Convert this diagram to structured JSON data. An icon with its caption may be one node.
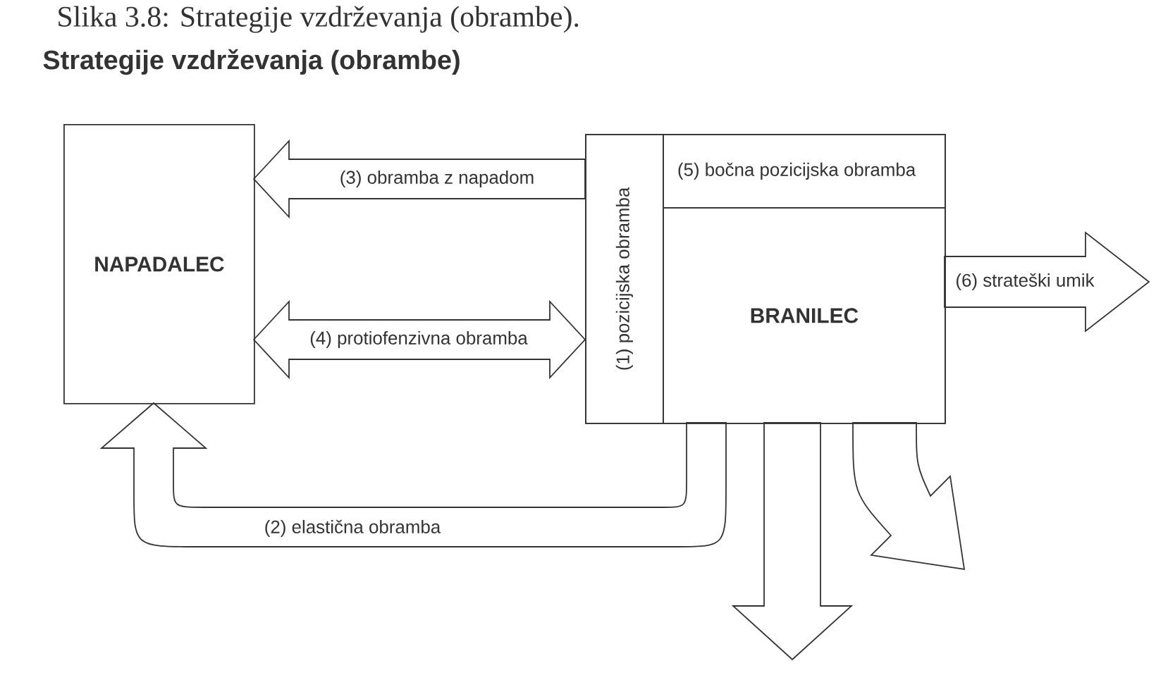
{
  "diagram": {
    "title": "Strategije vzdrževanja (obrambe)",
    "caption": "Slika 3.8: Strategije vzdrževanja (obrambe).",
    "nodes": [
      {
        "text": [
          "NAPADALEC"
        ]
      },
      {
        "text": [],
        "shape": "box"
      },
      {
        "text": [
          "(1) pozicijska obramba"
        ],
        "in": 1
      },
      {
        "text": [
          "(5) bočna pozicijska obramba"
        ],
        "in": 1
      },
      {
        "text": [
          "BRANILEC"
        ],
        "in": 1
      }
    ],
    "edges": [
      {
        "from": 1,
        "to": 0,
        "arrow": "to",
        "label": "(3) obramba z napadom"
      },
      {
        "from": 0,
        "to": 1,
        "arrow": "both",
        "label": "(4) protiofenzivna obramba"
      },
      {
        "from": 4,
        "to": null,
        "arrow": "to",
        "label": "(6) strateški umik"
      },
      {
        "from": 4,
        "to": 0,
        "arrow": "to",
        "label": "(2) elastična obramba"
      },
      {
        "from": 4,
        "to": null,
        "arrow": "to"
      },
      {
        "from": 4,
        "to": null,
        "arrow": "to"
      }
    ]
  }
}
